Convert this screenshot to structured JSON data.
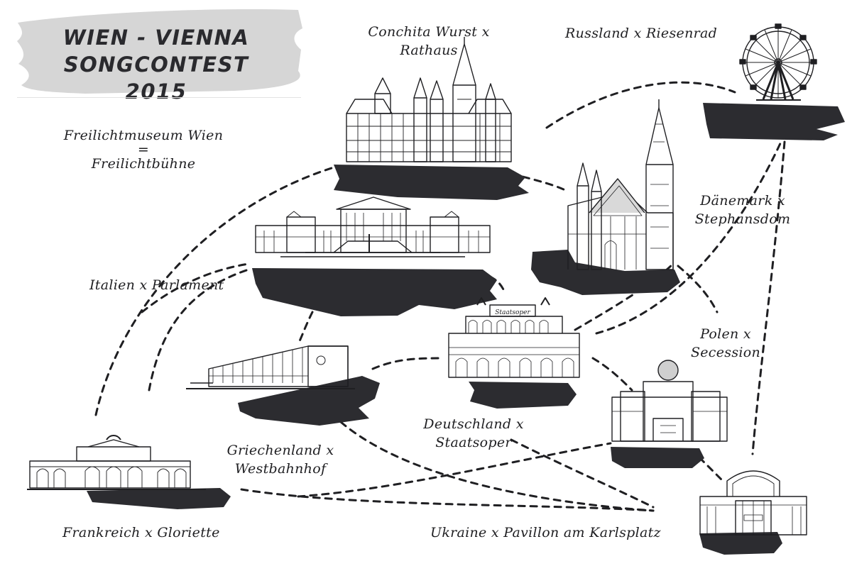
{
  "title": {
    "line1": "WIEN - VIENNA",
    "line2": "SONGCONTEST 2015"
  },
  "intro": {
    "line1": "Freilichtmuseum Wien",
    "line2": "=",
    "line3": "Freilichtbühne"
  },
  "locations": [
    {
      "id": "rathaus",
      "line1": "Conchita Wurst x",
      "line2": "Rathaus"
    },
    {
      "id": "riesenrad",
      "line1": "Russland x Riesenrad",
      "line2": ""
    },
    {
      "id": "stephansdom",
      "line1": "Dänemark x",
      "line2": "Stephansdom"
    },
    {
      "id": "parlament",
      "line1": "Italien x Parlament",
      "line2": ""
    },
    {
      "id": "secession",
      "line1": "Polen x",
      "line2": "Secession"
    },
    {
      "id": "staatsoper",
      "line1": "Deutschland x",
      "line2": "Staatsoper"
    },
    {
      "id": "westbahnhof",
      "line1": "Griechenland x",
      "line2": "Westbahnhof"
    },
    {
      "id": "gloriette",
      "line1": "Frankreich x Gloriette",
      "line2": ""
    },
    {
      "id": "karlsplatz",
      "line1": "Ukraine x Pavillon am Karlsplatz",
      "line2": ""
    }
  ],
  "building_signs": {
    "staatsoper": "Staatsoper"
  },
  "colors": {
    "ink": "#1f1f22",
    "brush": "#2c2c30",
    "banner": "#d6d6d6"
  }
}
